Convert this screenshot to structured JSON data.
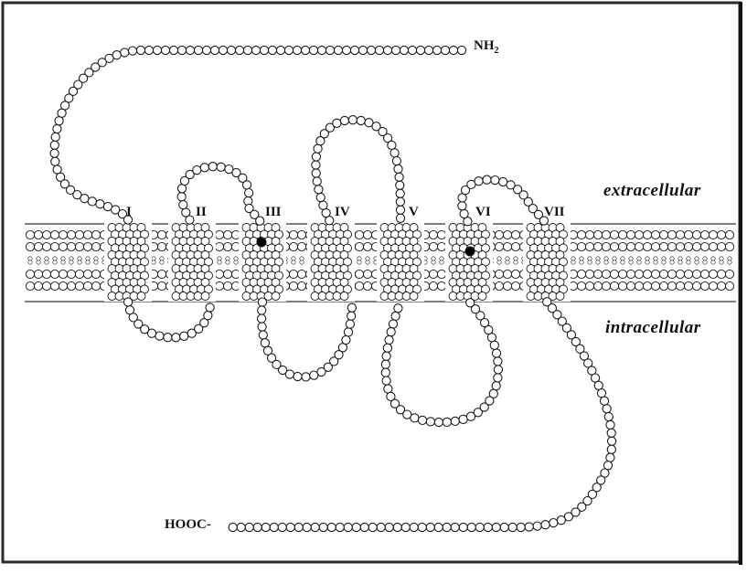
{
  "diagram": {
    "helix_labels": [
      "I",
      "II",
      "III",
      "IV",
      "V",
      "VI",
      "VII"
    ],
    "extracellular_label": "extracellular",
    "intracellular_label": "intracellular",
    "n_terminus": "NH",
    "n_terminus_subscript": "2",
    "c_terminus": "HOOC-"
  }
}
